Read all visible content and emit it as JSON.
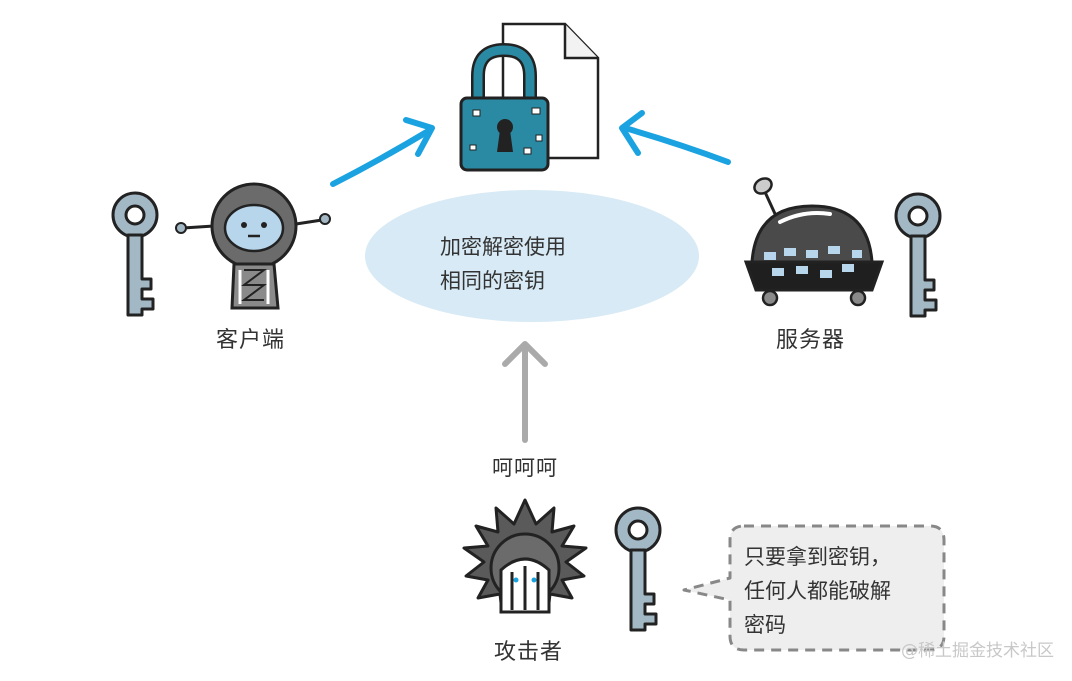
{
  "labels": {
    "center_line1": "加密解密使用",
    "center_line2": "相同的密钥",
    "client": "客户端",
    "server": "服务器",
    "attacker_laugh": "呵呵呵",
    "attacker": "攻击者",
    "bubble_line1": "只要拿到密钥，",
    "bubble_line2": "任何人都能破解",
    "bubble_line3": "密码",
    "watermark": "@稀土掘金技术社区"
  },
  "colors": {
    "arrow_blue": "#1aa3e0",
    "arrow_gray": "#aaaaaa",
    "lock_teal": "#2a8aa3",
    "key_gray": "#a3b8c5",
    "ellipse": "#d7eaf5",
    "text": "#333333"
  },
  "icons": [
    "lock-icon",
    "document-icon",
    "key-icon",
    "client-robot-icon",
    "server-robot-icon",
    "attacker-robot-icon"
  ]
}
